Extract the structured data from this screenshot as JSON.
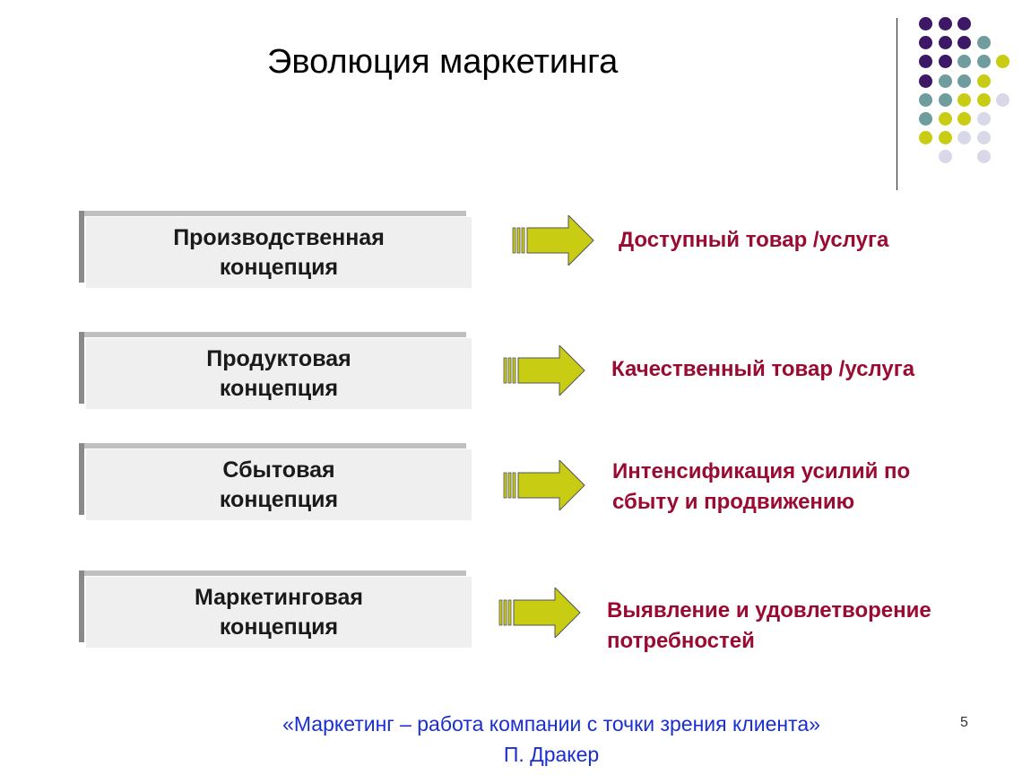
{
  "slide": {
    "title": "Эволюция маркетинга",
    "page_number": "5"
  },
  "concepts": [
    {
      "label": "Производственная\nконцепция",
      "result": "Доступный товар /услуга"
    },
    {
      "label": "Продуктовая\nконцепция",
      "result": "Качественный товар /услуга"
    },
    {
      "label": "Сбытовая\nконцепция",
      "result": "Интенсификация усилий по\nсбыту и продвижению"
    },
    {
      "label": "Маркетинговая\nконцепция",
      "result": "Выявление и удовлетворение\nпотребностей"
    }
  ],
  "quote": {
    "text": "«Маркетинг – работа компании с точки зрения клиента»\nП. Дракер"
  },
  "colors": {
    "purple": "#3d1866",
    "teal": "#6f9c9d",
    "olive": "#c8cc12",
    "lavender": "#d8d8e8",
    "result_text": "#9a0b32",
    "quote_text": "#1a2ed1",
    "arrow_fill": "#c8cc12"
  }
}
